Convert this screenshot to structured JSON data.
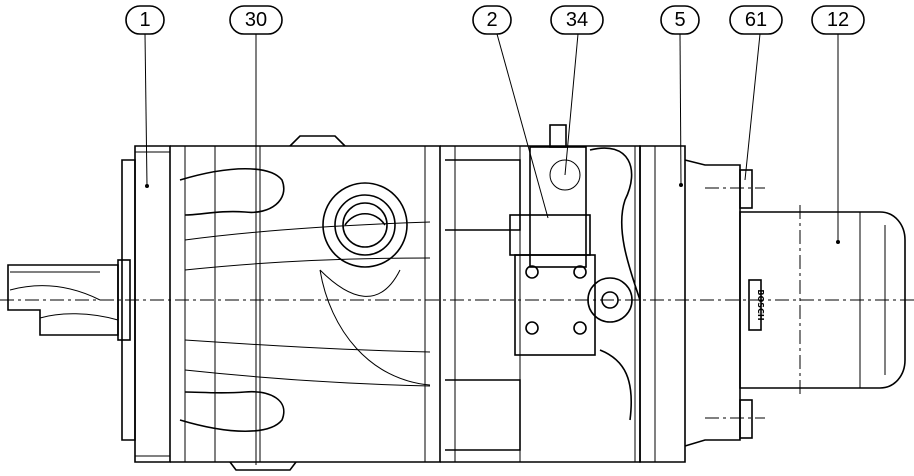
{
  "balloons": [
    {
      "id": "1",
      "label": "1"
    },
    {
      "id": "30",
      "label": "30"
    },
    {
      "id": "2",
      "label": "2"
    },
    {
      "id": "34",
      "label": "34"
    },
    {
      "id": "5",
      "label": "5"
    },
    {
      "id": "61",
      "label": "61"
    },
    {
      "id": "12",
      "label": "12"
    }
  ],
  "brand_plate": "BOSCH"
}
